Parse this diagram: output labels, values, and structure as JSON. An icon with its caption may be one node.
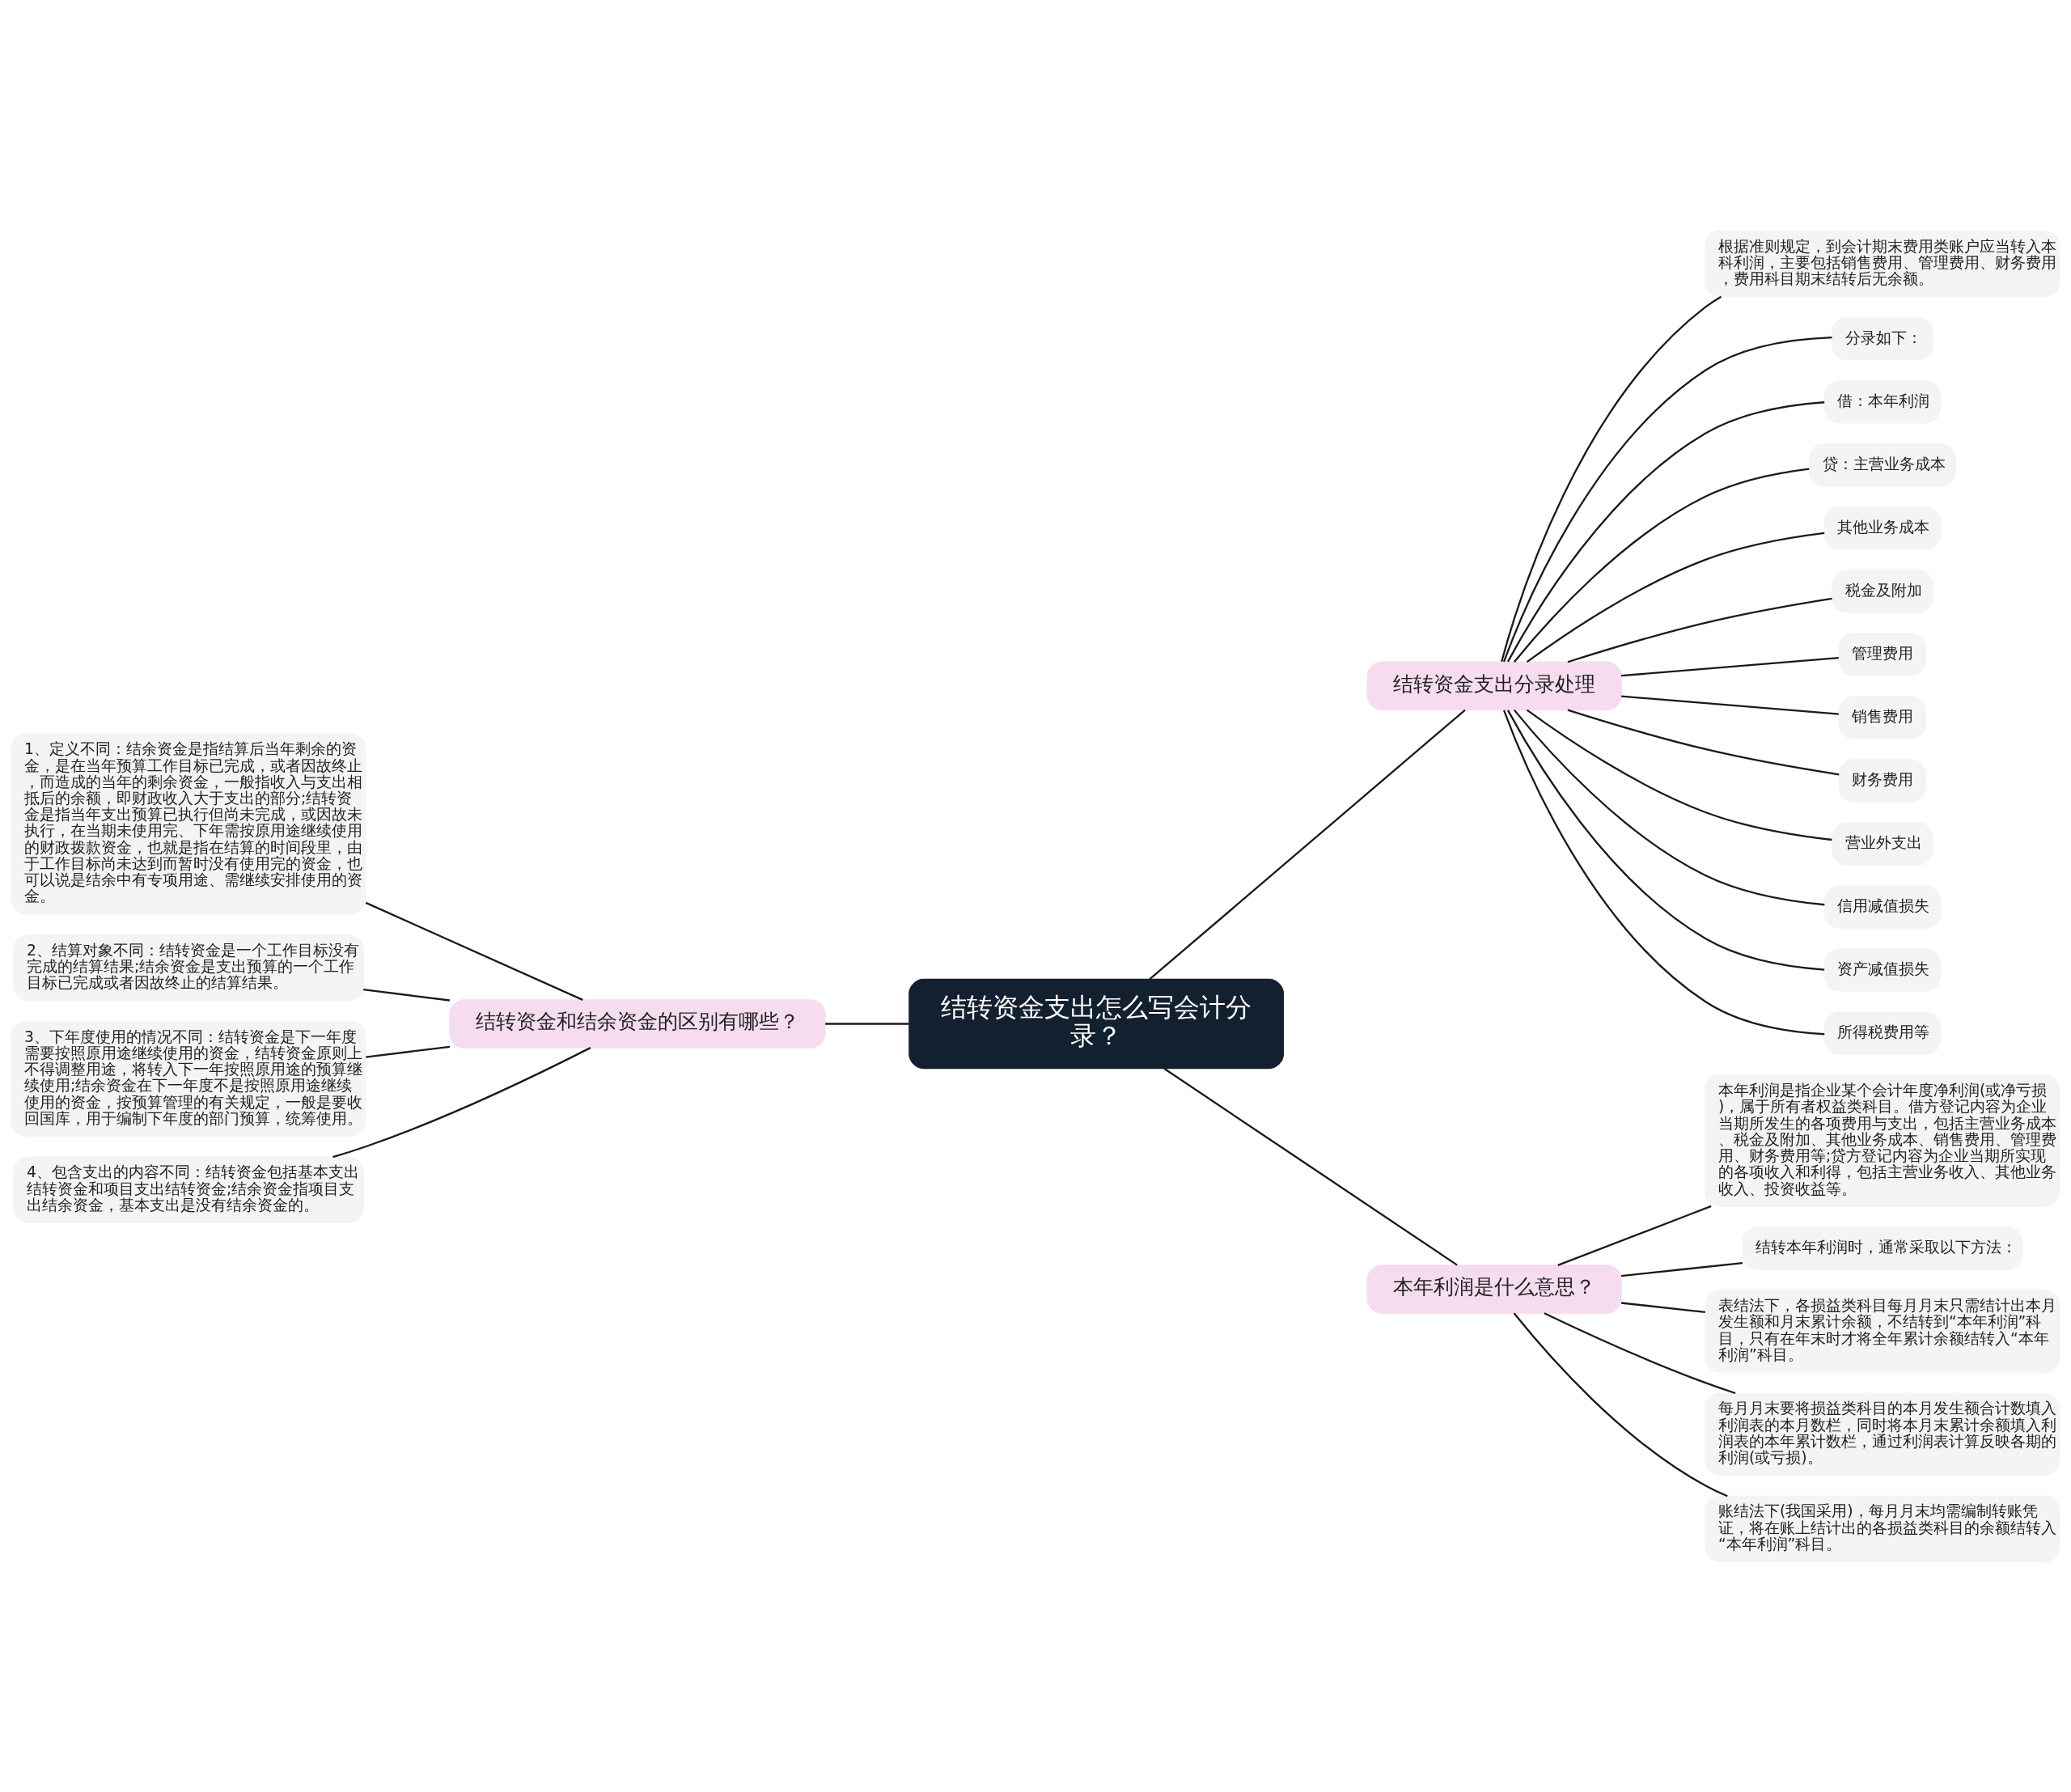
{
  "diagram": {
    "nodes": [
      {
        "text": [
          "结转资金支出怎么写会计分录？"
        ]
      },
      {
        "text": [
          "结转资金支出分录处理"
        ]
      },
      {
        "text": [
          "根据准则规定，到会计期末费用类账户应当转入本科利润，主要包括销售费用、管理费用、财务费用，费用科目期末结转后无余额。"
        ]
      },
      {
        "text": [
          "分录如下："
        ]
      },
      {
        "text": [
          "借：本年利润"
        ]
      },
      {
        "text": [
          "贷：主营业务成本"
        ]
      },
      {
        "text": [
          "其他业务成本"
        ]
      },
      {
        "text": [
          "税金及附加"
        ]
      },
      {
        "text": [
          "管理费用"
        ]
      },
      {
        "text": [
          "销售费用"
        ]
      },
      {
        "text": [
          "财务费用"
        ]
      },
      {
        "text": [
          "营业外支出"
        ]
      },
      {
        "text": [
          "信用减值损失"
        ]
      },
      {
        "text": [
          "资产减值损失"
        ]
      },
      {
        "text": [
          "所得税费用等"
        ]
      },
      {
        "text": [
          "结转资金和结余资金的区别有哪些？"
        ]
      },
      {
        "text": [
          "1、定义不同：结余资金是指结算后当年剩余的资金，是在当年预算工作目标已完成，或者因故终止，而造成的当年的剩余资金，一般指收入与支出相抵后的余额，即财政收入大于支出的部分;结转资金是指当年支出预算已执行但尚未完成，或因故未执行，在当期未使用完、下年需按原用途继续使用的财政拨款资金，也就是指在结算的时间段里，由于工作目标尚未达到而暂时没有使用完的资金，也可以说是结余中有专项用途、需继续安排使用的资金。"
        ]
      },
      {
        "text": [
          "2、结算对象不同：结转资金是一个工作目标没有完成的结算结果;结余资金是支出预算的一个工作目标已完成或者因故终止的结算结果。"
        ]
      },
      {
        "text": [
          "3、下年度使用的情况不同：结转资金是下一年度需要按照原用途继续使用的资金，结转资金原则上不得调整用途，将转入下一年按照原用途的预算继续使用;结余资金在下一年度不是按照原用途继续使用的资金，按预算管理的有关规定，一般是要收回国库，用于编制下年度的部门预算，统筹使用。"
        ]
      },
      {
        "text": [
          "4、包含支出的内容不同：结转资金包括基本支出结转资金和项目支出结转资金;结余资金指项目支出结余资金，基本支出是没有结余资金的。"
        ]
      },
      {
        "text": [
          "本年利润是什么意思？"
        ]
      },
      {
        "text": [
          "本年利润是指企业某个会计年度净利润(或净亏损)，属于所有者权益类科目。借方登记内容为企业当期所发生的各项费用与支出，包括主营业务成本、税金及附加、其他业务成本、销售费用、管理费用、财务费用等;贷方登记内容为企业当期所实现的各项收入和利得，包括主营业务收入、其他业务收入、投资收益等。"
        ]
      },
      {
        "text": [
          "结转本年利润时，通常采取以下方法："
        ]
      },
      {
        "text": [
          "表结法下，各损益类科目每月月末只需结计出本月发生额和月末累计余额，不结转到“本年利润”科目，只有在年末时才将全年累计余额结转入“本年利润”科目。"
        ]
      },
      {
        "text": [
          "每月月末要将损益类科目的本月发生额合计数填入利润表的本月数栏，同时将本月末累计余额填入利润表的本年累计数栏，通过利润表计算反映各期的利润(或亏损)。"
        ]
      },
      {
        "text": [
          "账结法下(我国采用)，每月月末均需编制转账凭证，将在账上结计出的各损益类科目的余额结转入“本年利润”科目。"
        ]
      }
    ],
    "edges": [
      {
        "from": 0,
        "to": 1,
        "arrow": "none"
      },
      {
        "from": 1,
        "to": 2,
        "arrow": "none"
      },
      {
        "from": 1,
        "to": 3,
        "arrow": "none"
      },
      {
        "from": 1,
        "to": 4,
        "arrow": "none"
      },
      {
        "from": 1,
        "to": 5,
        "arrow": "none"
      },
      {
        "from": 1,
        "to": 6,
        "arrow": "none"
      },
      {
        "from": 1,
        "to": 7,
        "arrow": "none"
      },
      {
        "from": 1,
        "to": 8,
        "arrow": "none"
      },
      {
        "from": 1,
        "to": 9,
        "arrow": "none"
      },
      {
        "from": 1,
        "to": 10,
        "arrow": "none"
      },
      {
        "from": 1,
        "to": 11,
        "arrow": "none"
      },
      {
        "from": 1,
        "to": 12,
        "arrow": "none"
      },
      {
        "from": 1,
        "to": 13,
        "arrow": "none"
      },
      {
        "from": 1,
        "to": 14,
        "arrow": "none"
      },
      {
        "from": 0,
        "to": 15,
        "arrow": "none"
      },
      {
        "from": 15,
        "to": 16,
        "arrow": "none"
      },
      {
        "from": 15,
        "to": 17,
        "arrow": "none"
      },
      {
        "from": 15,
        "to": 18,
        "arrow": "none"
      },
      {
        "from": 15,
        "to": 19,
        "arrow": "none"
      },
      {
        "from": 0,
        "to": 20,
        "arrow": "none"
      },
      {
        "from": 20,
        "to": 21,
        "arrow": "none"
      },
      {
        "from": 20,
        "to": 22,
        "arrow": "none"
      },
      {
        "from": 20,
        "to": 23,
        "arrow": "none"
      },
      {
        "from": 20,
        "to": 24,
        "arrow": "none"
      },
      {
        "from": 20,
        "to": 25,
        "arrow": "none"
      }
    ]
  }
}
